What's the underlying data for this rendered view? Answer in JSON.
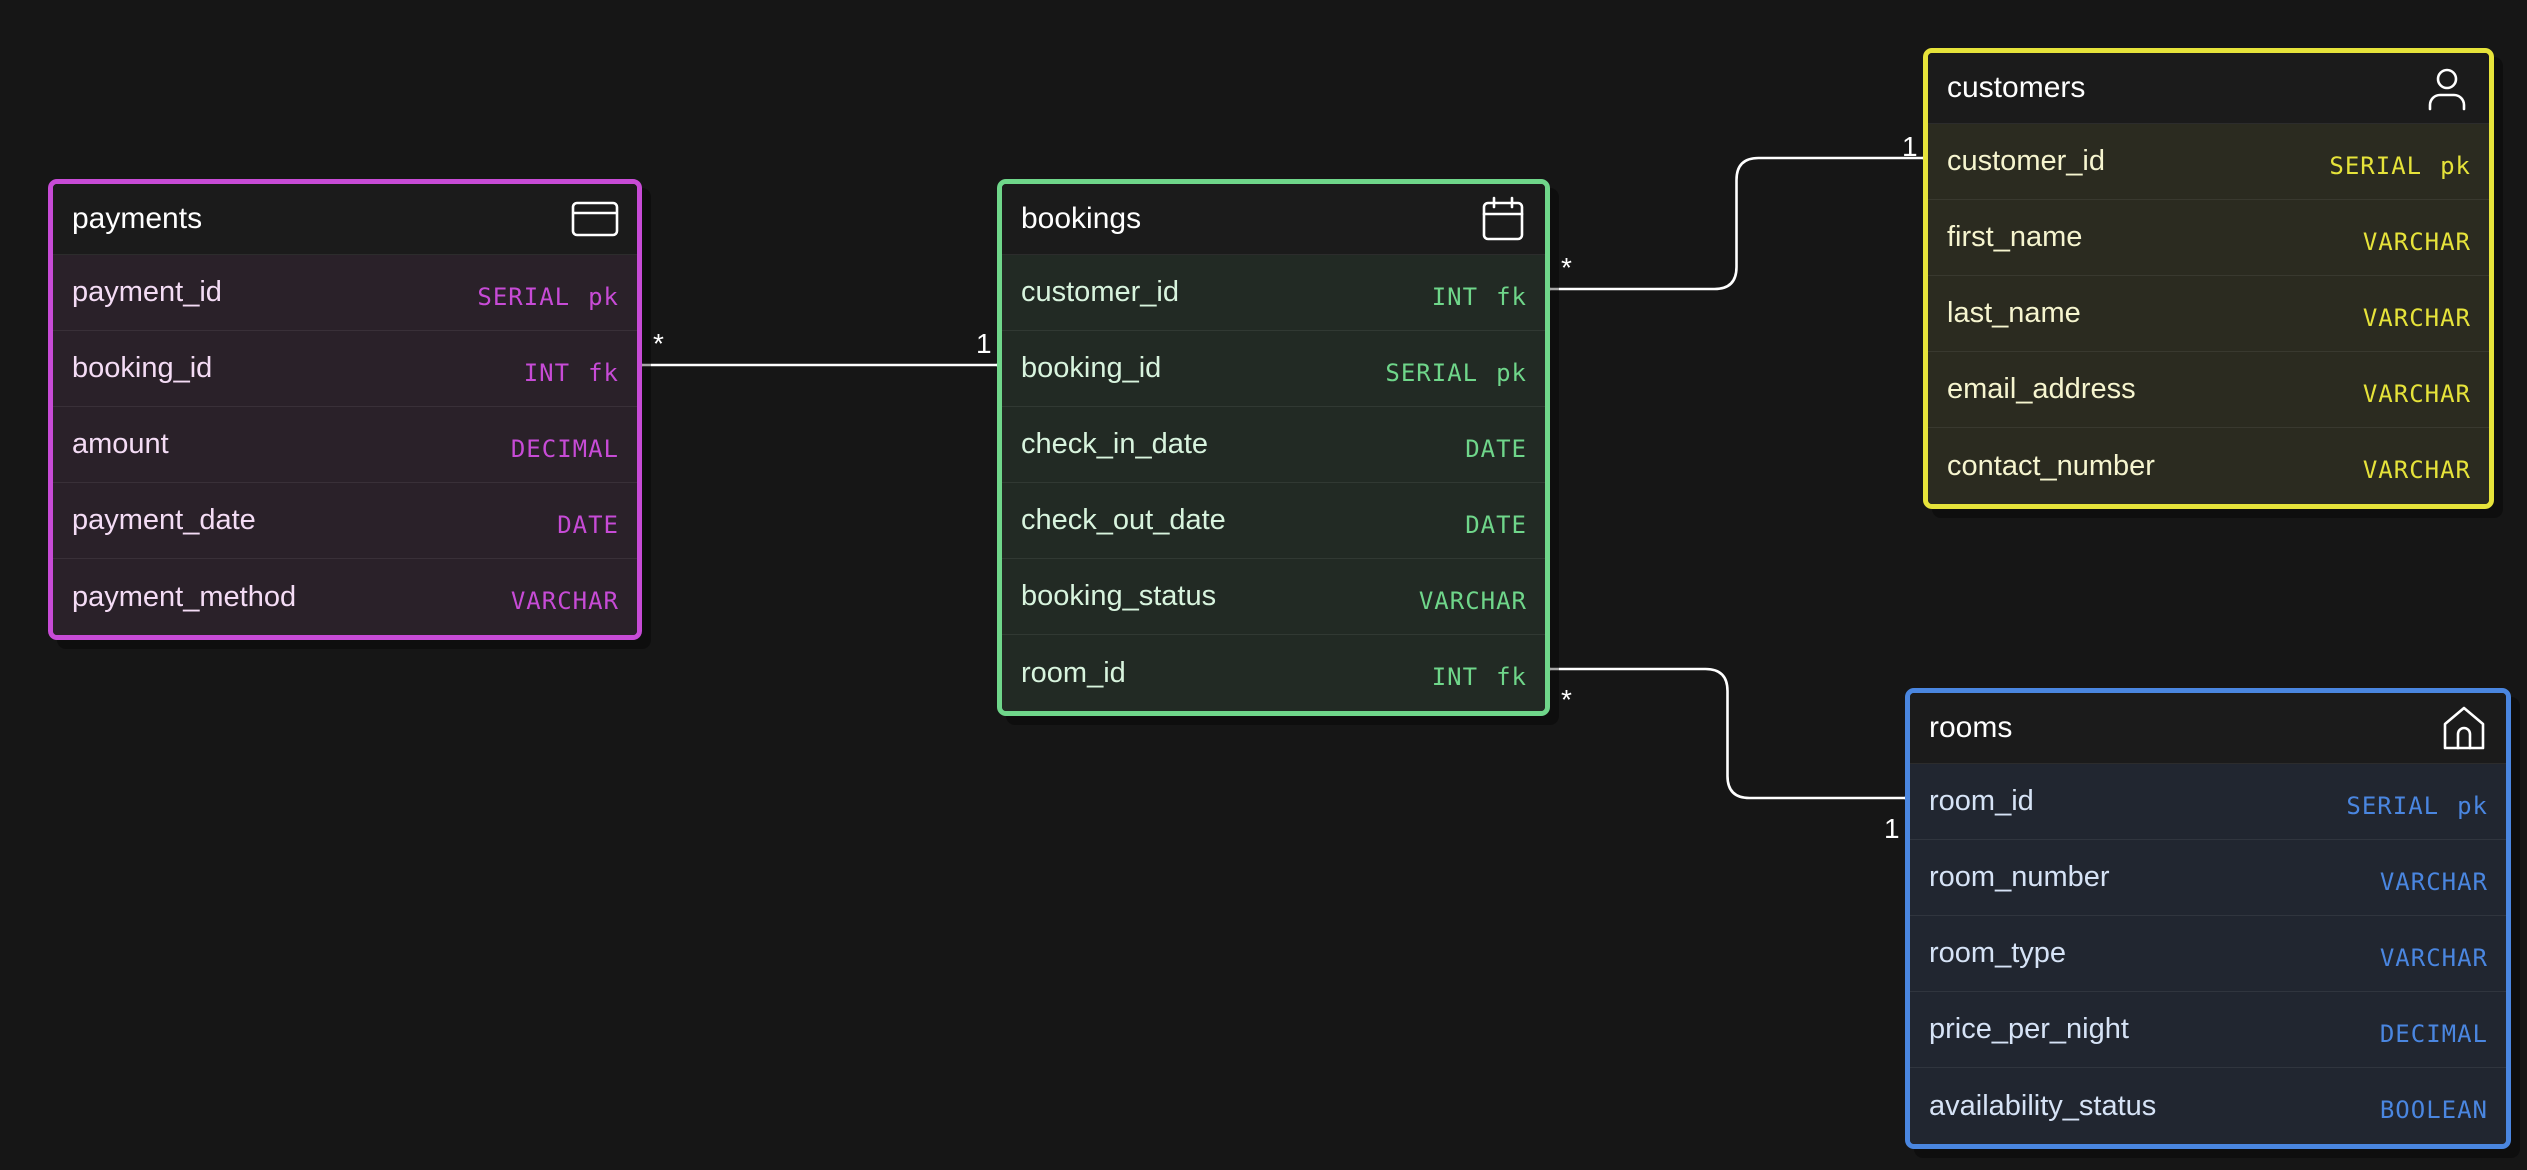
{
  "tables": [
    {
      "id": "payments",
      "title": "payments",
      "icon": "credit-card-icon",
      "accent": "#c74bd6",
      "row_bg": "#2a2129",
      "text": "#f4dcf5",
      "columns": [
        {
          "name": "payment_id",
          "type": "SERIAL",
          "key": "pk"
        },
        {
          "name": "booking_id",
          "type": "INT",
          "key": "fk"
        },
        {
          "name": "amount",
          "type": "DECIMAL",
          "key": ""
        },
        {
          "name": "payment_date",
          "type": "DATE",
          "key": ""
        },
        {
          "name": "payment_method",
          "type": "VARCHAR",
          "key": ""
        }
      ]
    },
    {
      "id": "bookings",
      "title": "bookings",
      "icon": "calendar-icon",
      "accent": "#6fd68a",
      "row_bg": "#222a24",
      "text": "#d8f4de",
      "columns": [
        {
          "name": "customer_id",
          "type": "INT",
          "key": "fk"
        },
        {
          "name": "booking_id",
          "type": "SERIAL",
          "key": "pk"
        },
        {
          "name": "check_in_date",
          "type": "DATE",
          "key": ""
        },
        {
          "name": "check_out_date",
          "type": "DATE",
          "key": ""
        },
        {
          "name": "booking_status",
          "type": "VARCHAR",
          "key": ""
        },
        {
          "name": "room_id",
          "type": "INT",
          "key": "fk"
        }
      ]
    },
    {
      "id": "customers",
      "title": "customers",
      "icon": "user-icon",
      "accent": "#e6e33a",
      "row_bg": "#2b2b20",
      "text": "#f6f5cf",
      "columns": [
        {
          "name": "customer_id",
          "type": "SERIAL",
          "key": "pk"
        },
        {
          "name": "first_name",
          "type": "VARCHAR",
          "key": ""
        },
        {
          "name": "last_name",
          "type": "VARCHAR",
          "key": ""
        },
        {
          "name": "email_address",
          "type": "VARCHAR",
          "key": ""
        },
        {
          "name": "contact_number",
          "type": "VARCHAR",
          "key": ""
        }
      ]
    },
    {
      "id": "rooms",
      "title": "rooms",
      "icon": "home-icon",
      "accent": "#4a86e0",
      "row_bg": "#212630",
      "text": "#d6e3f6",
      "columns": [
        {
          "name": "room_id",
          "type": "SERIAL",
          "key": "pk"
        },
        {
          "name": "room_number",
          "type": "VARCHAR",
          "key": ""
        },
        {
          "name": "room_type",
          "type": "VARCHAR",
          "key": ""
        },
        {
          "name": "price_per_night",
          "type": "DECIMAL",
          "key": ""
        },
        {
          "name": "availability_status",
          "type": "BOOLEAN",
          "key": ""
        }
      ]
    }
  ],
  "relationships": [
    {
      "from_table": "payments",
      "from_column": "booking_id",
      "from_card": "*",
      "to_table": "bookings",
      "to_column": "booking_id",
      "to_card": "1"
    },
    {
      "from_table": "bookings",
      "from_column": "customer_id",
      "from_card": "*",
      "to_table": "customers",
      "to_column": "customer_id",
      "to_card": "1"
    },
    {
      "from_table": "bookings",
      "from_column": "room_id",
      "from_card": "*",
      "to_table": "rooms",
      "to_column": "room_id",
      "to_card": "1"
    }
  ]
}
